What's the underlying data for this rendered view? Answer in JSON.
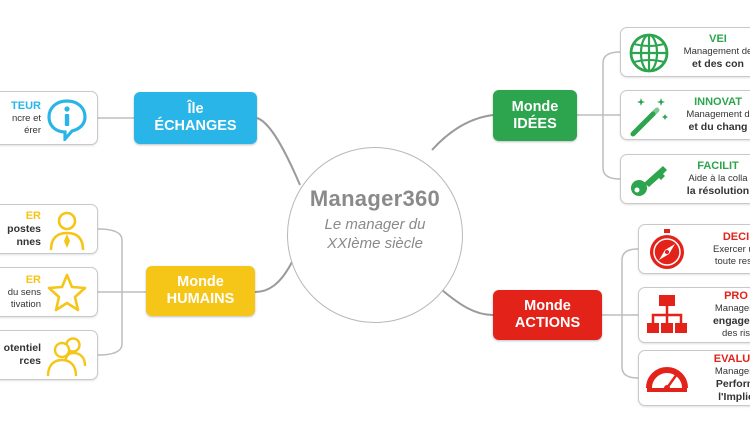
{
  "center": {
    "title": "Manager360",
    "subtitle_line1": "Le manager du",
    "subtitle_line2": "XXIème siècle"
  },
  "worlds": {
    "echanges": {
      "line1": "Île",
      "line2": "ÉCHANGES",
      "color": "#29b5e8"
    },
    "humains": {
      "line1": "Monde",
      "line2": "HUMAINS",
      "color": "#f5c518"
    },
    "idees": {
      "line1": "Monde",
      "line2": "IDÉES",
      "color": "#2da44e"
    },
    "actions": {
      "line1": "Monde",
      "line2": "ACTIONS",
      "color": "#e32319"
    }
  },
  "leaves": {
    "echanges": [
      {
        "title": "TEUR",
        "desc1": "ncre et",
        "desc2": "érer",
        "icon": "info-speech-icon"
      }
    ],
    "humains": [
      {
        "title": "ER",
        "desc1": "postes",
        "desc2": "nnes",
        "icon": "person-icon"
      },
      {
        "title": "ER",
        "desc1": "du sens",
        "desc2": "tivation",
        "icon": "star-icon"
      },
      {
        "title": "",
        "desc1": "otentiel",
        "desc2": "rces",
        "icon": "group-icon"
      }
    ],
    "idees": [
      {
        "title": "VEI",
        "desc1": "Management de",
        "desc2": "et des con",
        "icon": "globe-icon"
      },
      {
        "title": "INNOVAT",
        "desc1": "Management d",
        "desc2": "et du chang",
        "icon": "magic-wand-icon"
      },
      {
        "title": "FACILIT",
        "desc1": "Aide à la colla",
        "desc2": "la résolution",
        "icon": "key-icon"
      }
    ],
    "actions": [
      {
        "title": "DECI",
        "desc1": "Exercer un",
        "desc2": "toute resp",
        "icon": "compass-icon"
      },
      {
        "title": "PRO",
        "desc1": "Managem",
        "desc2": "engagem",
        "desc3": "des ris",
        "icon": "org-chart-icon"
      },
      {
        "title": "EVALUA",
        "desc1": "Managem",
        "desc2": "Perform",
        "desc3": "l'Implic",
        "icon": "gauge-icon"
      }
    ]
  }
}
